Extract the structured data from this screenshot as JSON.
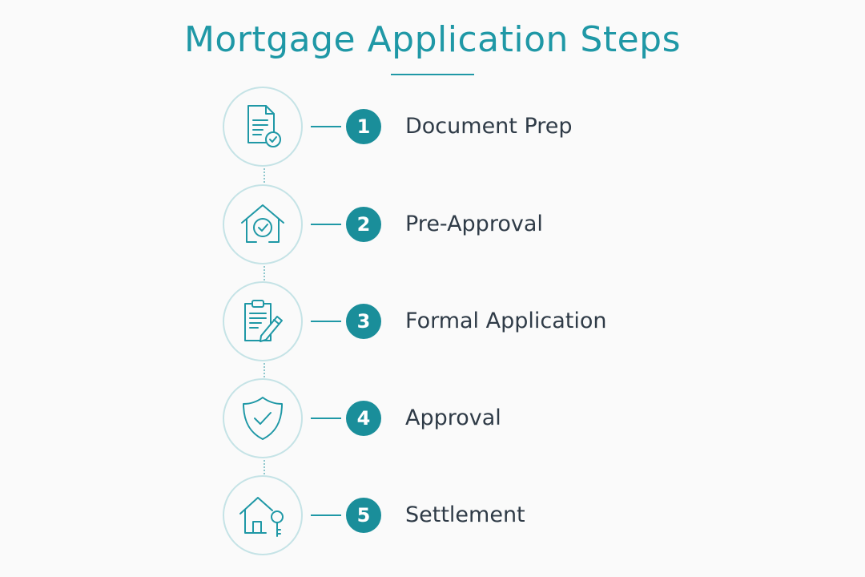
{
  "title": "Mortgage Application Steps",
  "colors": {
    "accent": "#1f98a6",
    "badge": "#1a8e9a",
    "ring": "#c5e3e6",
    "text": "#2f3b47",
    "background": "#fafafa"
  },
  "steps": [
    {
      "number": "1",
      "label": "Document Prep",
      "icon": "document-check-icon"
    },
    {
      "number": "2",
      "label": "Pre-Approval",
      "icon": "house-check-icon"
    },
    {
      "number": "3",
      "label": "Formal Application",
      "icon": "clipboard-pen-icon"
    },
    {
      "number": "4",
      "label": "Approval",
      "icon": "shield-check-icon"
    },
    {
      "number": "5",
      "label": "Settlement",
      "icon": "house-key-icon"
    }
  ]
}
